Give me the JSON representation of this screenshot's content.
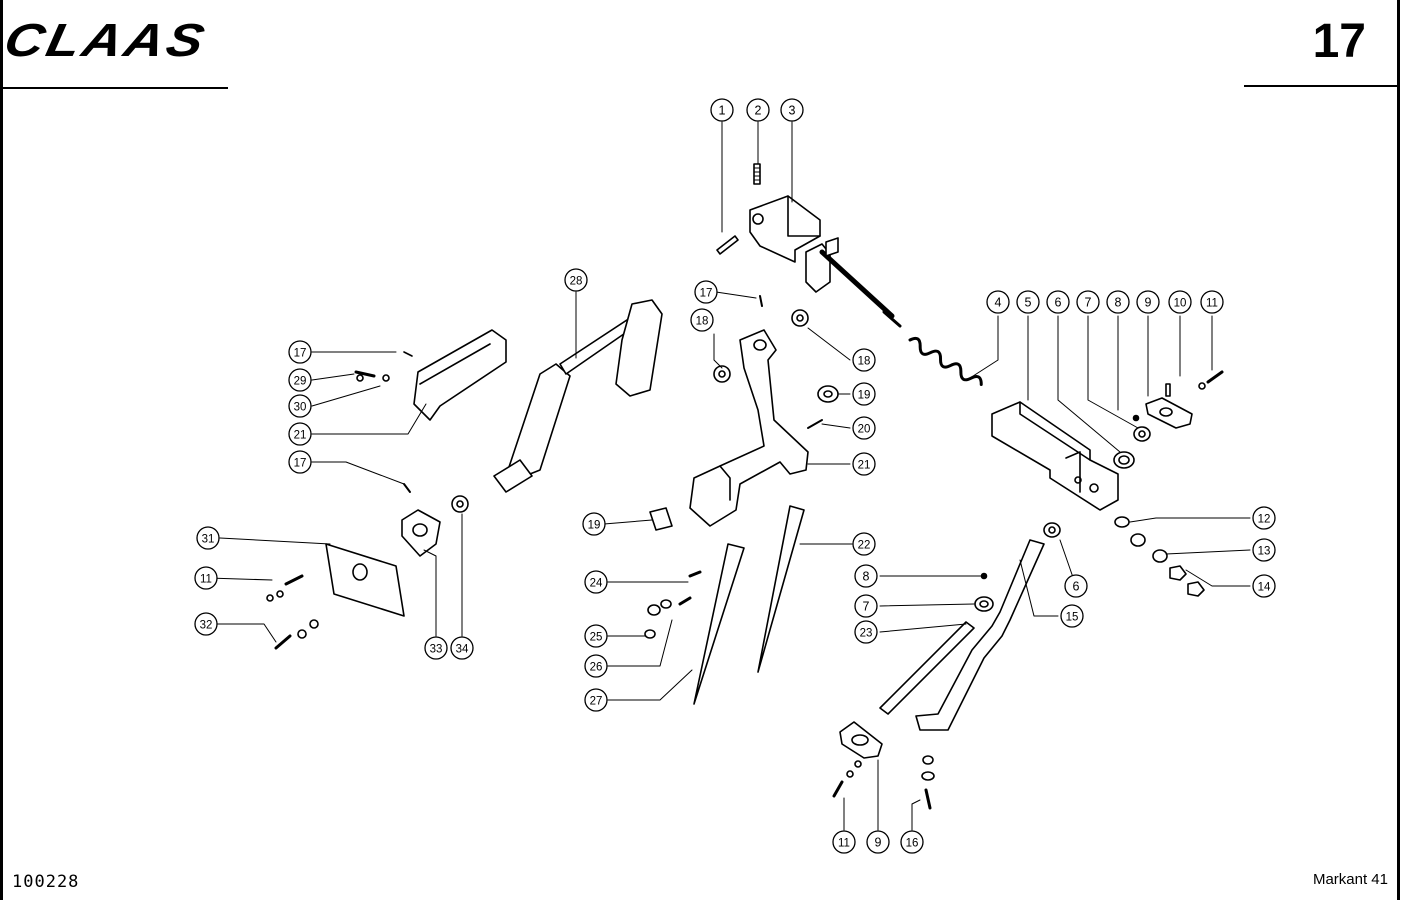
{
  "header": {
    "logo_text": "CLAAS",
    "page_number": "17"
  },
  "footer": {
    "document_number": "100228",
    "model_name": "Markant 41"
  },
  "callouts": [
    "1",
    "2",
    "3",
    "4",
    "5",
    "6",
    "7",
    "8",
    "9",
    "10",
    "11",
    "17",
    "18",
    "28",
    "19",
    "29",
    "30",
    "20",
    "21",
    "21",
    "17",
    "12",
    "22",
    "31",
    "19",
    "13",
    "8",
    "14",
    "11",
    "24",
    "6",
    "7",
    "15",
    "32",
    "25",
    "23",
    "26",
    "33",
    "34",
    "27",
    "11",
    "9",
    "16"
  ]
}
